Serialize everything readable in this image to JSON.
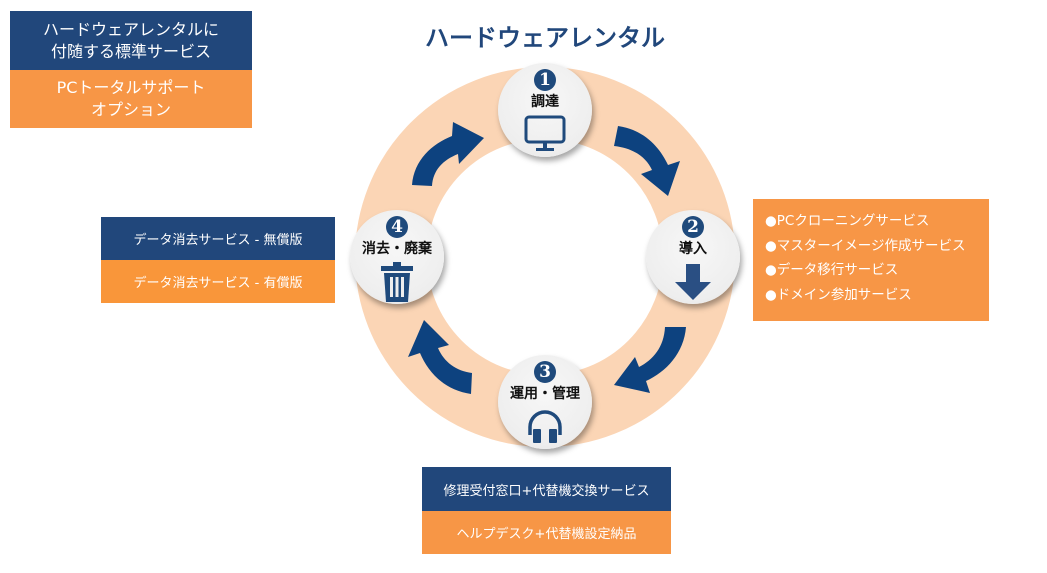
{
  "title": "ハードウェアレンタル",
  "legend": {
    "standard_label": "ハードウェアレンタルに付随する標準サービス",
    "standard_line1": "ハードウェアレンタルに",
    "standard_line2": "付随する標準サービス",
    "option_line1": "PCトータルサポート",
    "option_line2": "オプション",
    "colors": {
      "standard": "#21477b",
      "option": "#f79646"
    }
  },
  "cycle": {
    "ring_color": "#fbd5b5",
    "arrow_color": "#0d427f",
    "direction": "clockwise",
    "steps": [
      {
        "number": "1",
        "label": "調達",
        "icon": "monitor-icon"
      },
      {
        "number": "2",
        "label": "導入",
        "icon": "arrow-down-icon"
      },
      {
        "number": "3",
        "label": "運用・管理",
        "icon": "headphones-icon"
      },
      {
        "number": "4",
        "label": "消去・廃棄",
        "icon": "trash-icon"
      }
    ]
  },
  "deployment_services": {
    "bullet": "●",
    "items": [
      "PCクローニングサービス",
      "マスターイメージ作成サービス",
      "データ移行サービス",
      "ドメイン参加サービス"
    ]
  },
  "disposal_services": {
    "standard": "データ消去サービス - 無償版",
    "option": "データ消去サービス - 有償版"
  },
  "operation_services": {
    "standard": "修理受付窓口+代替機交換サービス",
    "option": "ヘルプデスク+代替機設定納品"
  }
}
